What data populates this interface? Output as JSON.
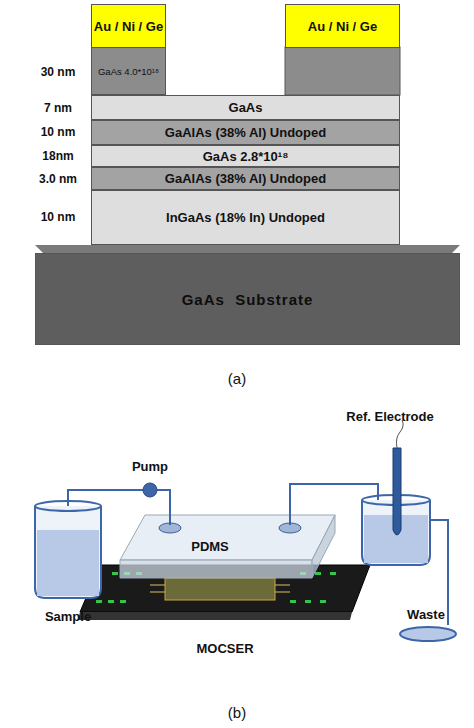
{
  "diagram": {
    "nodes": [
      {
        "text": [
          "Au / Ni / Ge"
        ]
      },
      {
        "text": [
          "Au / Ni / Ge"
        ]
      },
      {
        "text": [
          "GaAs 4.0*10¹⁸"
        ]
      },
      {
        "text": [
          "GaAs"
        ]
      },
      {
        "text": [
          "GaAlAs (38% Al) Undoped"
        ]
      },
      {
        "text": [
          "GaAs 2.8*10¹⁸"
        ]
      },
      {
        "text": [
          "GaAlAs (38% Al) Undoped"
        ]
      },
      {
        "text": [
          "InGaAs (18% In) Undoped"
        ]
      },
      {
        "text": [
          "GaAs  Substrate"
        ]
      }
    ],
    "labels": [
      "30 nm",
      "7 nm",
      "10 nm",
      "18nm",
      "3.0 nm",
      "10 nm",
      "(a)",
      "Pump",
      "Sample",
      "PDMS",
      "Ref. Electrode",
      "MOCSER",
      "Waste",
      "(b)"
    ]
  }
}
